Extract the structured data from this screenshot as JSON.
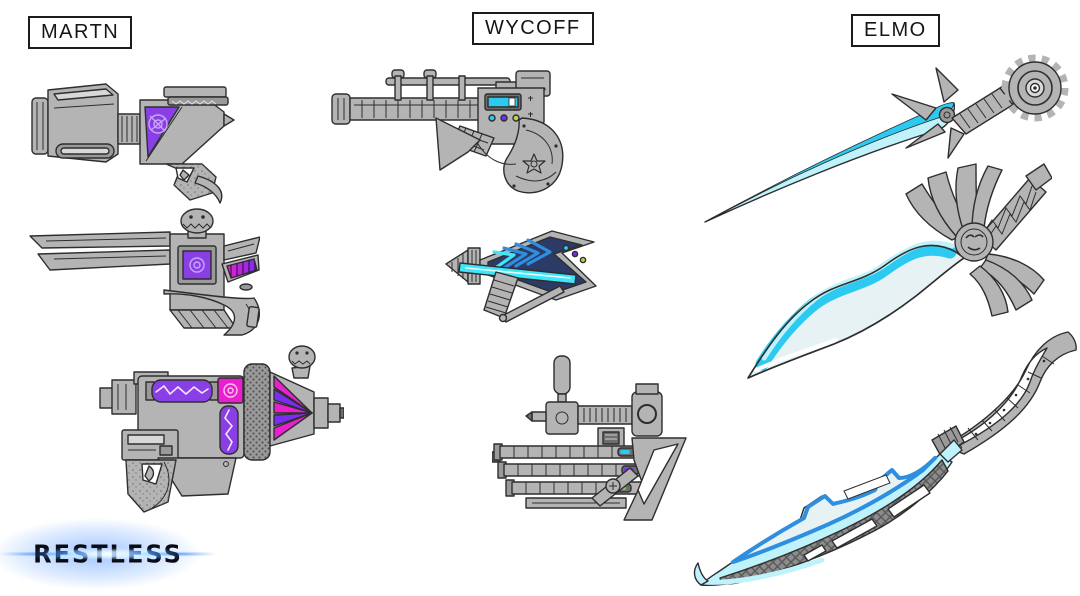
{
  "sheet": {
    "background": "#ffffff",
    "columns": [
      {
        "label": "MARTN",
        "weapons": [
          {
            "name": "boxy-blaster-pistol",
            "accents": [
              "purple"
            ]
          },
          {
            "name": "skull-crescent-pistol",
            "accents": [
              "magenta",
              "violet"
            ]
          },
          {
            "name": "heavy-fin-blaster",
            "accents": [
              "magenta",
              "violet",
              "purple"
            ]
          }
        ]
      },
      {
        "label": "WYCOFF",
        "weapons": [
          {
            "name": "long-barrel-pistol",
            "accents": [
              "cyan",
              "violet",
              "yellow-green"
            ]
          },
          {
            "name": "arrow-ray-gun",
            "accents": [
              "navy",
              "blue",
              "cyan"
            ]
          },
          {
            "name": "triple-barrel-rifle",
            "accents": [
              "cyan",
              "violet",
              "green"
            ]
          }
        ]
      },
      {
        "label": "ELMO",
        "weapons": [
          {
            "name": "gear-pommel-dagger",
            "accents": [
              "cyan"
            ]
          },
          {
            "name": "winged-greatsword",
            "accents": [
              "cyan"
            ]
          },
          {
            "name": "curved-tech-sabre",
            "accents": [
              "cyan",
              "blue"
            ]
          }
        ]
      }
    ]
  },
  "logo": {
    "text": "RESTLESS",
    "glow_color": "#3d8bff"
  },
  "palette": {
    "ink": "#2e2e2e",
    "grey": "#b4b4b4",
    "grey2": "#9a9a9a",
    "grey3": "#d8d8d8",
    "greyd": "#6e6e6e",
    "purple": "#8a3fe6",
    "purple-light": "#c9a6f7",
    "magenta": "#ea1fd0",
    "violet": "#7a2cf0",
    "navy": "#2c3a66",
    "blue": "#2e8fe0",
    "cyan": "#2cc9f0",
    "cyan-bright": "#3ee6f8",
    "cyan-pale": "#bff2fb",
    "ice": "#e7f2f4",
    "yellow-green": "#b8d84a",
    "green": "#74d24a",
    "logo-blue": "#2f80ff"
  }
}
